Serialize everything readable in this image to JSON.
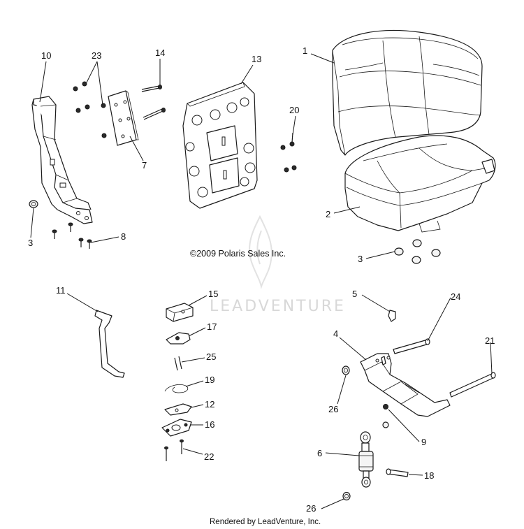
{
  "diagram": {
    "copyright": "©2009 Polaris Sales Inc.",
    "watermark": "LEADVENTURE",
    "footer": "Rendered by LeadVenture, Inc.",
    "callouts": {
      "c1": "1",
      "c2": "2",
      "c3a": "3",
      "c3b": "3",
      "c4": "4",
      "c5": "5",
      "c6": "6",
      "c7": "7",
      "c8": "8",
      "c9": "9",
      "c10": "10",
      "c11": "11",
      "c12": "12",
      "c13": "13",
      "c14": "14",
      "c15": "15",
      "c16": "16",
      "c17": "17",
      "c18": "18",
      "c19": "19",
      "c20": "20",
      "c21": "21",
      "c22": "22",
      "c23": "23",
      "c24": "24",
      "c25": "25",
      "c26a": "26",
      "c26b": "26"
    }
  }
}
